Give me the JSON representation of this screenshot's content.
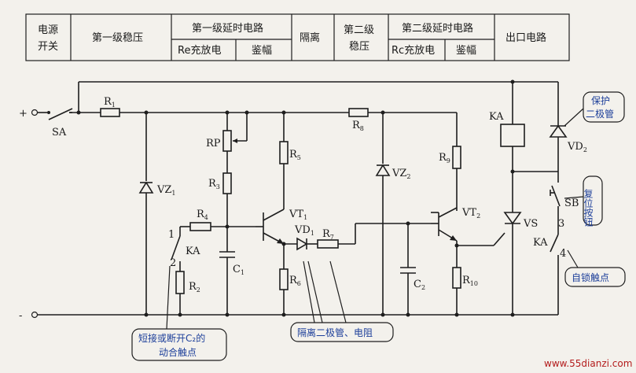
{
  "table": {
    "col_power": "电源\n开关",
    "col_stab1": "第一级稳压",
    "col_delay1": "第一级延时电路",
    "col_delay1_sub1": "Re充放电",
    "col_delay1_sub2": "鉴幅",
    "col_isolation": "隔离",
    "col_stab2": "第二级\n稳压",
    "col_delay2": "第二级延时电路",
    "col_delay2_sub1": "Rc充放电",
    "col_delay2_sub2": "鉴幅",
    "col_output": "出口电路"
  },
  "terminals": {
    "plus": "+",
    "minus": "-"
  },
  "components": {
    "SA": "SA",
    "R1": "R",
    "R1_sub": "1",
    "VZ1": "VZ",
    "VZ1_sub": "1",
    "RP": "RP",
    "R3": "R",
    "R3_sub": "3",
    "R4": "R",
    "R4_sub": "4",
    "R2": "R",
    "R2_sub": "2",
    "KA1": "KA",
    "C1": "C",
    "C1_sub": "1",
    "R5": "R",
    "R5_sub": "5",
    "VT1": "VT",
    "VT1_sub": "1",
    "R6": "R",
    "R6_sub": "6",
    "VD1": "VD",
    "VD1_sub": "1",
    "R7": "R",
    "R7_sub": "7",
    "R8": "R",
    "R8_sub": "8",
    "VZ2": "VZ",
    "VZ2_sub": "2",
    "C2": "C",
    "C2_sub": "2",
    "R9": "R",
    "R9_sub": "9",
    "VT2": "VT",
    "VT2_sub": "2",
    "R10": "R",
    "R10_sub": "10",
    "KA_coil": "KA",
    "VD2": "VD",
    "VD2_sub": "2",
    "SB": "SB",
    "VS": "VS",
    "KA2": "KA"
  },
  "contact_numbers": {
    "n1": "1",
    "n2": "2",
    "n3": "3",
    "n4": "4"
  },
  "callouts": {
    "protect_diode": "保护\n二极管",
    "reset_button": "复位按钮",
    "self_lock": "自锁触点",
    "isolation_parts": "隔离二极管、电阻",
    "c2_contact": "短接或断开C₂的\n动合触点"
  },
  "watermark": "www.55dianzi.com"
}
